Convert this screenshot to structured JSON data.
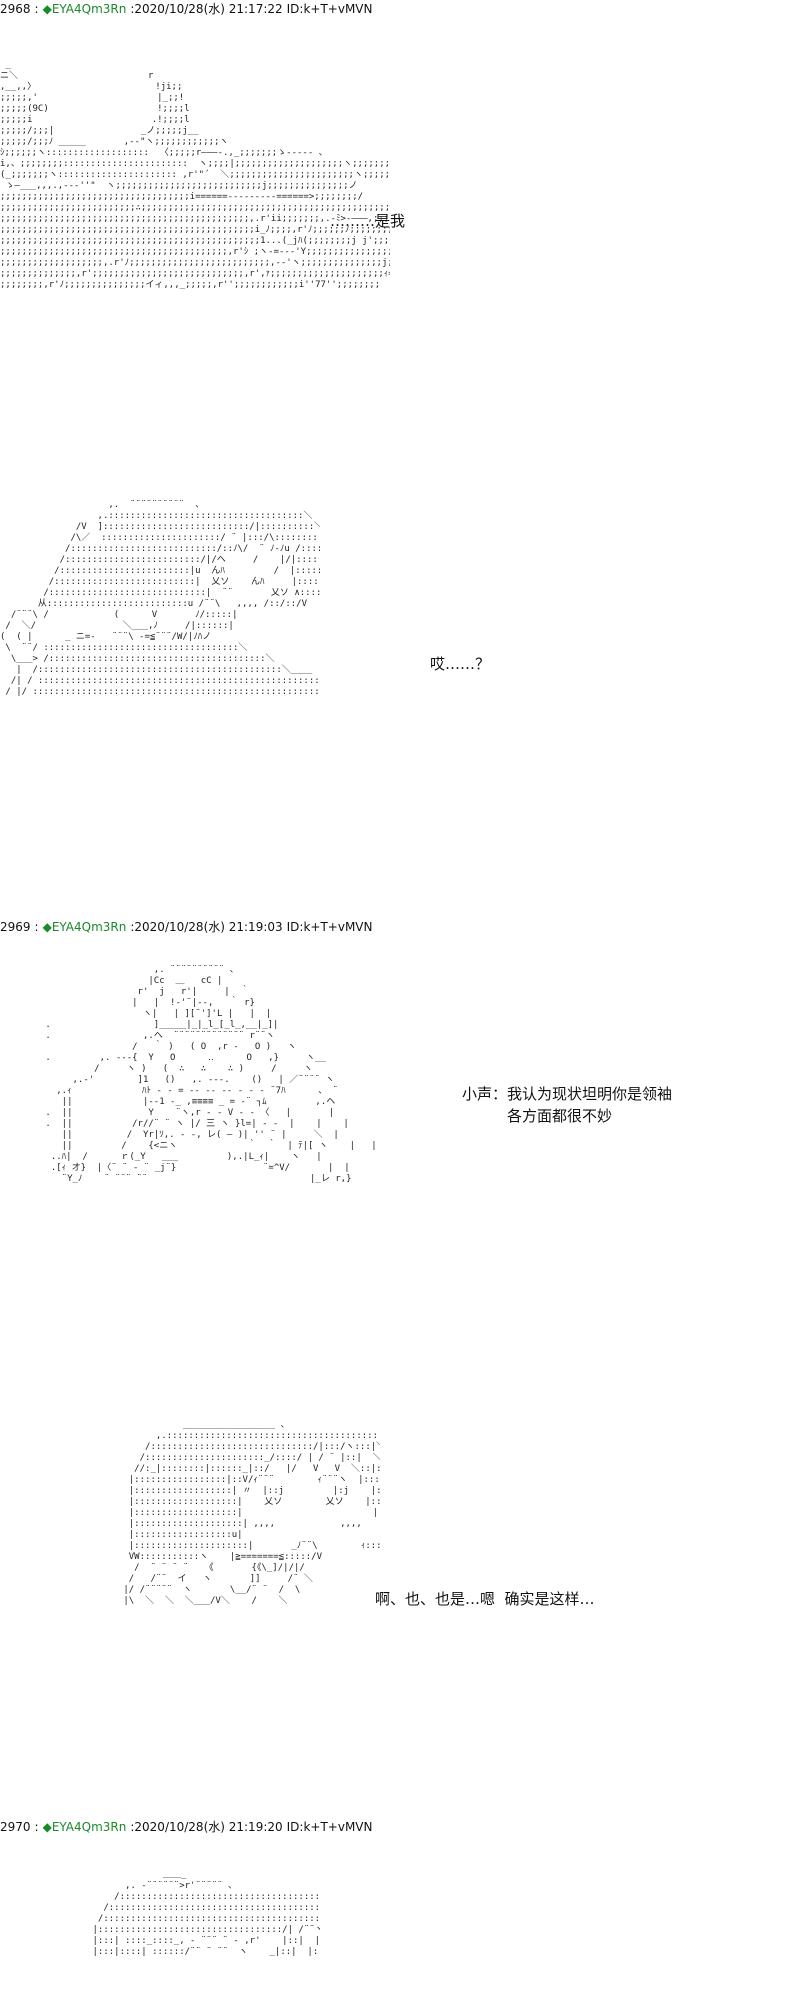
{
  "posts": [
    {
      "number": "2968",
      "colon": ":",
      "trip": "◆EYA4Qm3Rn",
      "date": ":2020/10/28(水) 21:17:22",
      "id": "ID:k+T+vMVN",
      "frames": [
        {
          "dialogue": "………是我"
        },
        {
          "dialogue": "哎……？"
        }
      ]
    },
    {
      "number": "2969",
      "colon": ":",
      "trip": "◆EYA4Qm3Rn",
      "date": ":2020/10/28(水) 21:19:03",
      "id": "ID:k+T+vMVN",
      "frames": [
        {
          "dialogue": "小声：我认为现状坦明你是领袖\n　　　各方面都很不妙"
        },
        {
          "dialogue": "啊、也、也是…嗯  确实是这样…"
        }
      ]
    },
    {
      "number": "2970",
      "colon": ":",
      "trip": "◆EYA4Qm3Rn",
      "date": ":2020/10/28(水) 21:19:20",
      "id": "ID:k+T+vMVN",
      "frames": []
    }
  ]
}
